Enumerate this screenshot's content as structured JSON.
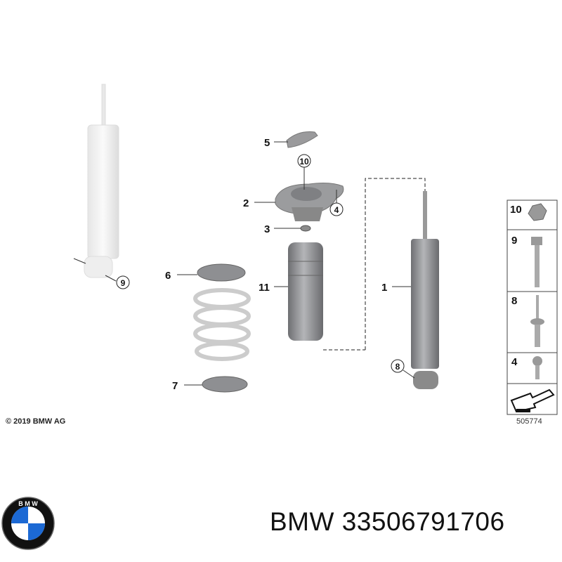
{
  "diagram": {
    "copyright": "© 2019 BMW AG",
    "diagram_code": "505774",
    "callouts": [
      "1",
      "2",
      "3",
      "4",
      "5",
      "6",
      "7",
      "8",
      "9",
      "10",
      "11"
    ],
    "parts_panel": [
      {
        "number": "10",
        "icon": "flange-nut-icon"
      },
      {
        "number": "9",
        "icon": "hex-bolt-icon"
      },
      {
        "number": "8",
        "icon": "stud-bolt-icon"
      },
      {
        "number": "4",
        "icon": "short-bolt-icon"
      },
      {
        "number": "",
        "icon": "direction-arrow-icon"
      }
    ]
  },
  "footer": {
    "brand": "BMW",
    "part_number": "33506791706",
    "logo": "bmw-roundel-logo",
    "logo_colors": {
      "blue": "#1c69d4",
      "black": "#111111",
      "white": "#ffffff"
    }
  }
}
